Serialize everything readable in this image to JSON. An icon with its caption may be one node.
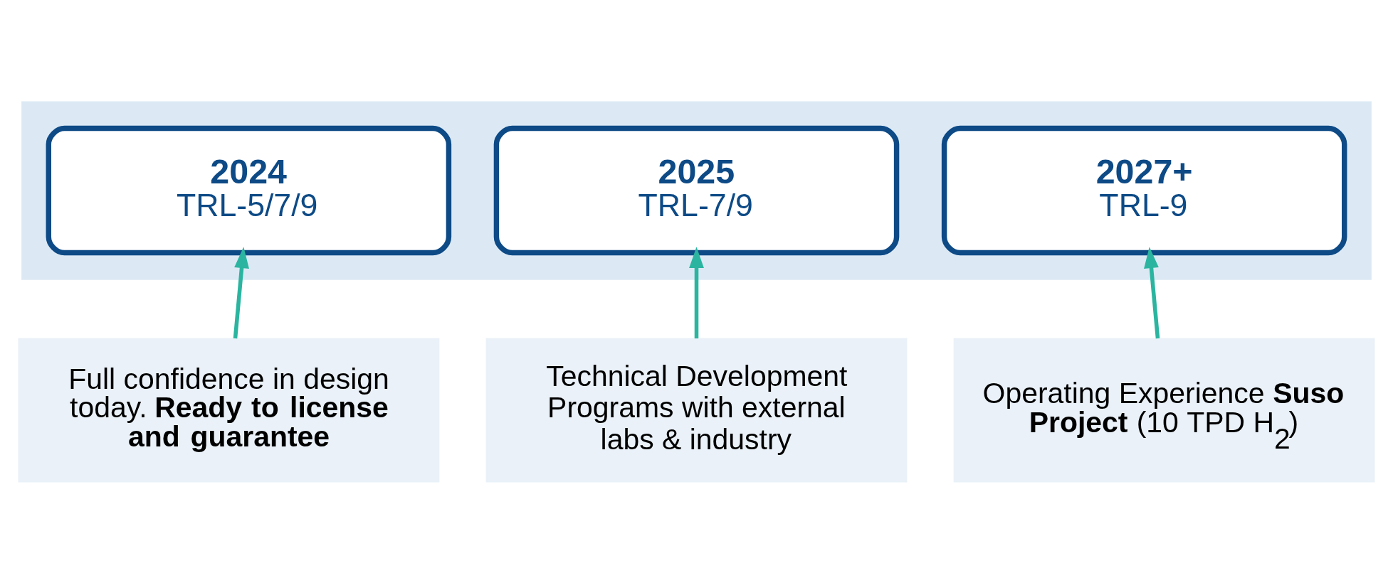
{
  "diagram": {
    "nodes": [
      {
        "text": [],
        "shape": "arrow"
      },
      {
        "text": [
          "2024",
          "TRL-5/7/9"
        ],
        "in": 0
      },
      {
        "text": [
          "2025",
          "TRL-7/9"
        ],
        "in": 0
      },
      {
        "text": [
          "2027+",
          "TRL-9"
        ],
        "in": 0
      },
      {
        "text": [
          "Full confidence in design today. **Ready to license and guarantee**"
        ]
      },
      {
        "text": [
          "Technical Development Programs with external labs & industry"
        ]
      },
      {
        "text": [
          "Operating Experience **Suso Project** (10 TPD H$_{2}$)"
        ]
      }
    ],
    "edges": [
      {
        "from": 4,
        "to": 1,
        "arrow": "to"
      },
      {
        "from": 5,
        "to": 2,
        "arrow": "to"
      },
      {
        "from": 6,
        "to": 3,
        "arrow": "to"
      }
    ]
  }
}
